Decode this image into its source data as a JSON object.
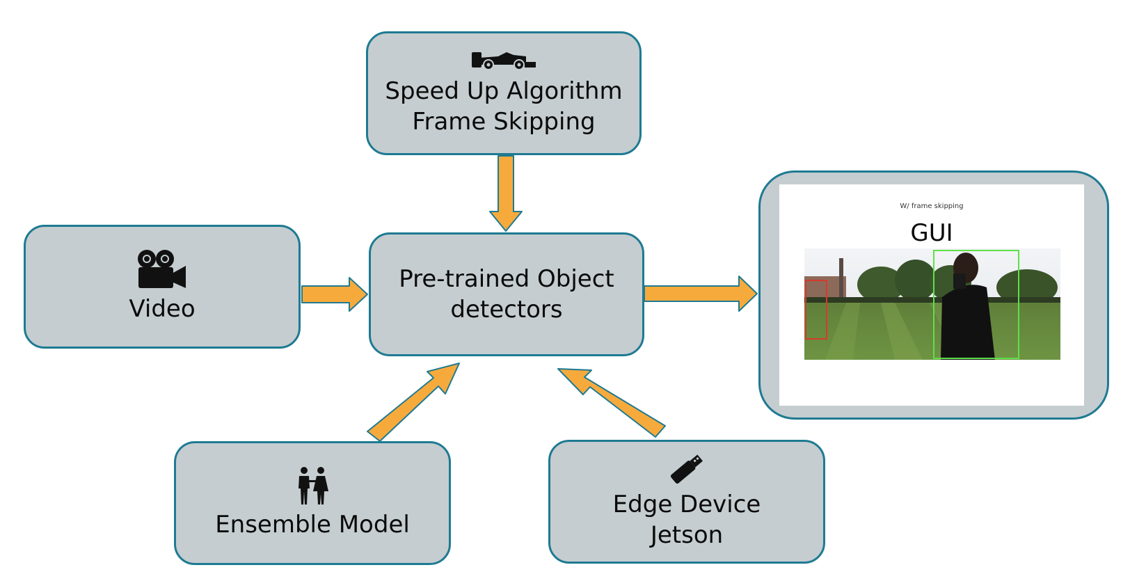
{
  "nodes": {
    "speed_up": {
      "line1": "Speed Up Algorithm",
      "line2": "Frame Skipping",
      "icon": "race-car-icon"
    },
    "video": {
      "label": "Video",
      "icon": "movie-camera-icon"
    },
    "detectors": {
      "line1": "Pre-trained Object",
      "line2": "detectors"
    },
    "ensemble": {
      "label": "Ensemble Model",
      "icon": "couple-icon"
    },
    "edge": {
      "line1": "Edge Device",
      "line2": "Jetson",
      "icon": "usb-stick-icon"
    },
    "gui": {
      "caption": "W/ frame skipping",
      "title": "GUI"
    }
  },
  "colors": {
    "box_fill": "#c5cdd0",
    "box_border": "#1e7a92",
    "arrow_fill": "#f7aa3c",
    "arrow_stroke": "#1e7a92",
    "detection_red": "#d93a2b",
    "detection_green": "#5ee04a"
  },
  "edges": [
    {
      "from": "speed_up",
      "to": "detectors"
    },
    {
      "from": "video",
      "to": "detectors"
    },
    {
      "from": "detectors",
      "to": "gui"
    },
    {
      "from": "ensemble",
      "to": "detectors"
    },
    {
      "from": "edge",
      "to": "detectors"
    }
  ]
}
